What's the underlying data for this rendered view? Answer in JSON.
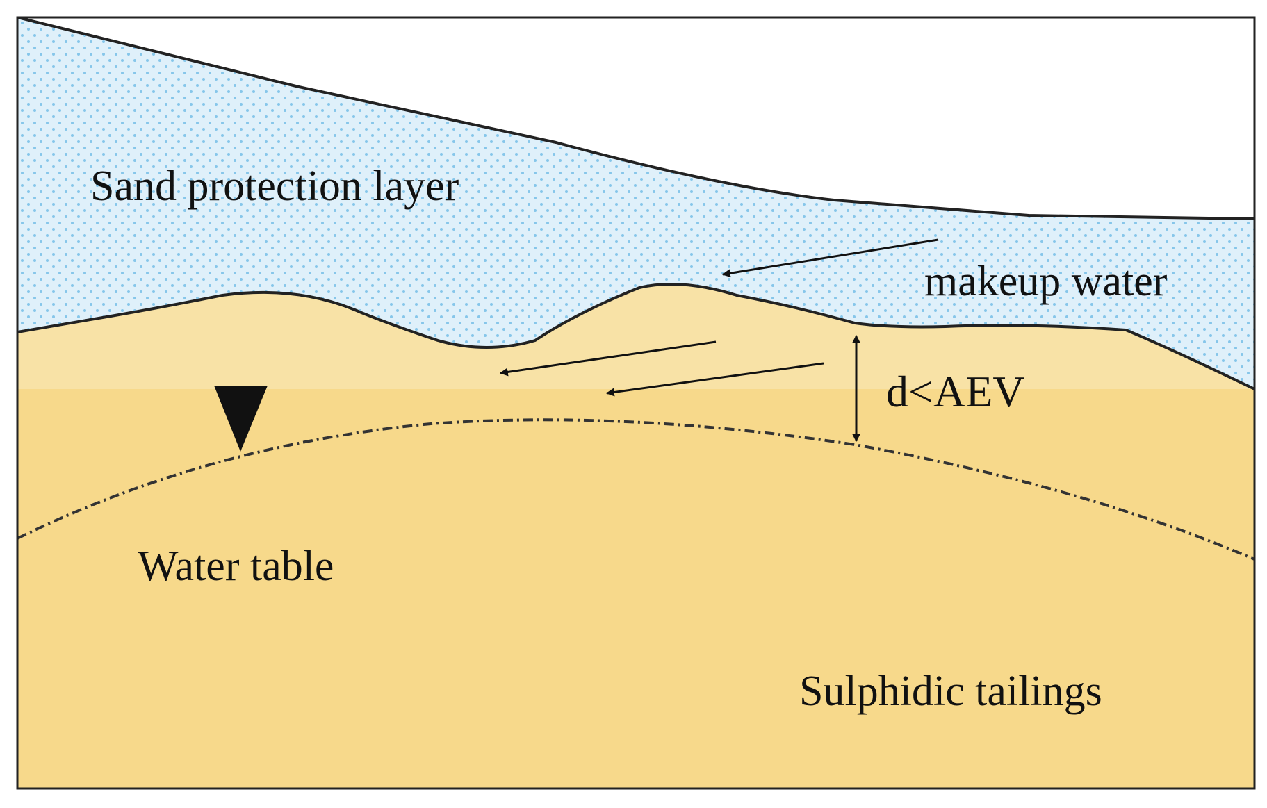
{
  "labels": {
    "sand_layer": "Sand protection layer",
    "makeup_water": "makeup water",
    "depth_condition": "d<AEV",
    "water_table": "Water table",
    "tailings": "Sulphidic tailings"
  },
  "colors": {
    "sand_fill": "#dff0fa",
    "sand_dots": "#86c6ea",
    "tailings_fill": "#f7d98b",
    "capillary_fill": "#f8e2a6",
    "outline": "#222222",
    "text": "#111111"
  }
}
